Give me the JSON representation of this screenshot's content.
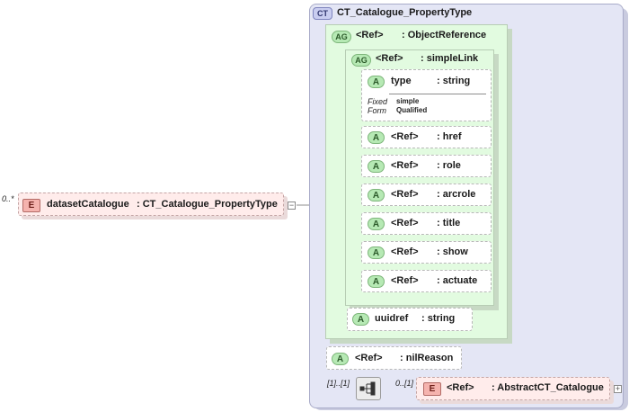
{
  "complex_type": {
    "badge": "CT",
    "name": "CT_Catalogue_PropertyType"
  },
  "root_element": {
    "badge": "E",
    "occurrence": "0..*",
    "name": "datasetCatalogue",
    "type": ": CT_Catalogue_PropertyType"
  },
  "object_reference_group": {
    "badge": "AG",
    "ref": "<Ref>",
    "type": ": ObjectReference"
  },
  "simple_link_group": {
    "badge": "AG",
    "ref": "<Ref>",
    "type": ": simpleLink"
  },
  "type_attribute": {
    "badge": "A",
    "name": "type",
    "type": ": string",
    "fixed_label": "Fixed",
    "fixed_value": "simple",
    "form_label": "Form",
    "form_value": "Qualified"
  },
  "link_attributes": [
    {
      "badge": "A",
      "ref": "<Ref>",
      "type": ": href"
    },
    {
      "badge": "A",
      "ref": "<Ref>",
      "type": ": role"
    },
    {
      "badge": "A",
      "ref": "<Ref>",
      "type": ": arcrole"
    },
    {
      "badge": "A",
      "ref": "<Ref>",
      "type": ": title"
    },
    {
      "badge": "A",
      "ref": "<Ref>",
      "type": ": show"
    },
    {
      "badge": "A",
      "ref": "<Ref>",
      "type": ": actuate"
    }
  ],
  "uuidref_attribute": {
    "badge": "A",
    "name": "uuidref",
    "type": ": string"
  },
  "nilreason_attribute": {
    "badge": "A",
    "ref": "<Ref>",
    "type": ": nilReason"
  },
  "sequence": {
    "occurrence": "[1]..[1]"
  },
  "abstract_element": {
    "badge": "E",
    "occurrence": "0..[1]",
    "ref": "<Ref>",
    "type": ": AbstractCT_Catalogue"
  }
}
